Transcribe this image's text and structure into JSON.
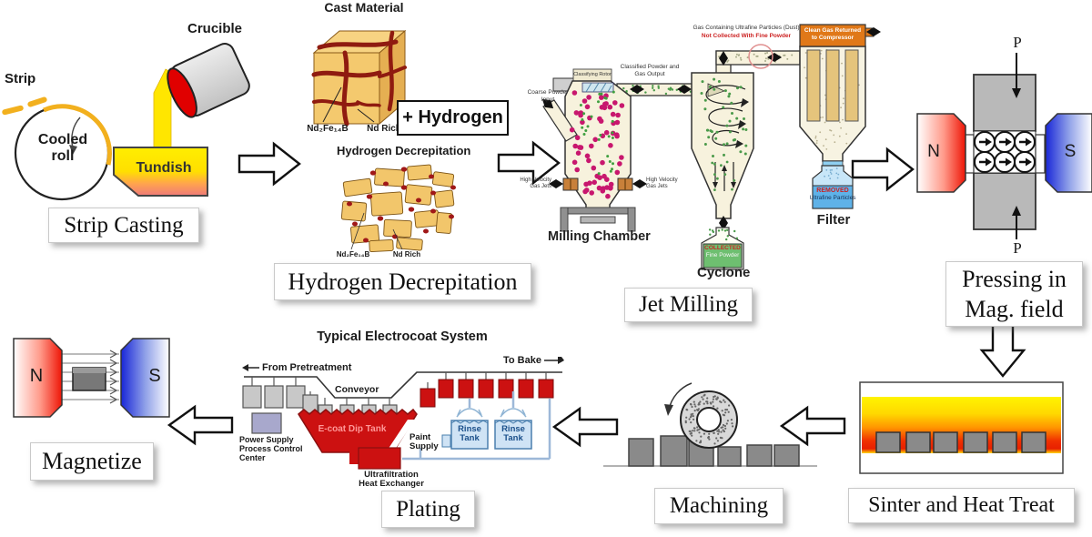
{
  "strip_casting": {
    "label": "Strip Casting",
    "crucible": "Crucible",
    "strip": "Strip",
    "cooled_roll": "Cooled roll",
    "tundish": "Tundish"
  },
  "cast": {
    "title": "Cast Material",
    "phase_main": "Nd₂Fe₁₄B",
    "phase_rich": "Nd Rich",
    "plus_hydrogen": "+ Hydrogen"
  },
  "decrepitation": {
    "small_title": "Hydrogen Decrepitation",
    "phase_main": "Nd₂Fe₁₄B",
    "phase_rich": "Nd Rich",
    "label": "Hydrogen Decrepitation"
  },
  "jet_milling": {
    "label": "Jet Milling",
    "classifying_rotor": "Classifying Rotor",
    "classified_l1": "Classified Powder and",
    "classified_l2": "Gas Output",
    "coarse_l1": "Coarse Powder",
    "coarse_l2": "Input",
    "jets_l1": "High Velocity",
    "jets_l2": "Gas Jets",
    "milling_chamber": "Milling Chamber",
    "dust_l1": "Gas Containing Ultrafine Particles (Dust)",
    "dust_l2": "Not Collected With Fine Powder",
    "clean_l1": "Clean Gas Returned",
    "clean_l2": "to Compressor",
    "collected": "COLLECTED",
    "collected_sub": "Fine Powder",
    "cyclone": "Cyclone",
    "removed": "REMOVED",
    "removed_sub": "Ultrafine Particles",
    "filter": "Filter"
  },
  "pressing": {
    "label_l1": "Pressing in",
    "label_l2": "Mag. field",
    "p_top": "P",
    "p_bottom": "P",
    "north": "N",
    "south": "S"
  },
  "sinter": {
    "label": "Sinter and Heat Treat"
  },
  "machining": {
    "label": "Machining"
  },
  "plating": {
    "label": "Plating",
    "title": "Typical Electrocoat System",
    "from_pretreatment": "From Pretreatment",
    "conveyor": "Conveyor",
    "to_bake": "To Bake",
    "power_l1": "Power Supply",
    "power_l2": "Process Control",
    "power_l3": "Center",
    "ecoat": "E-coat Dip Tank",
    "paint_l1": "Paint",
    "paint_l2": "Supply",
    "rinse_l1": "Rinse",
    "rinse_l2": "Tank",
    "ultra_l1": "Ultrafiltration",
    "ultra_l2": "Heat Exchanger"
  },
  "magnetize": {
    "label": "Magnetize",
    "north": "N",
    "south": "S"
  },
  "colors": {
    "molten_yellow": "#ffe600",
    "crack_red": "#8f1b10",
    "grain_tan": "#f2c66b",
    "powder_magenta": "#c8176e",
    "powder_green": "#3fa03f",
    "vessel_cream": "#f7f2dd",
    "filter_orange": "#e07818",
    "magnet_red": "#ee1506",
    "magnet_blue": "#1826d8",
    "ecoat_red": "#cc1111",
    "rinse_blue": "#cfe3f5"
  }
}
